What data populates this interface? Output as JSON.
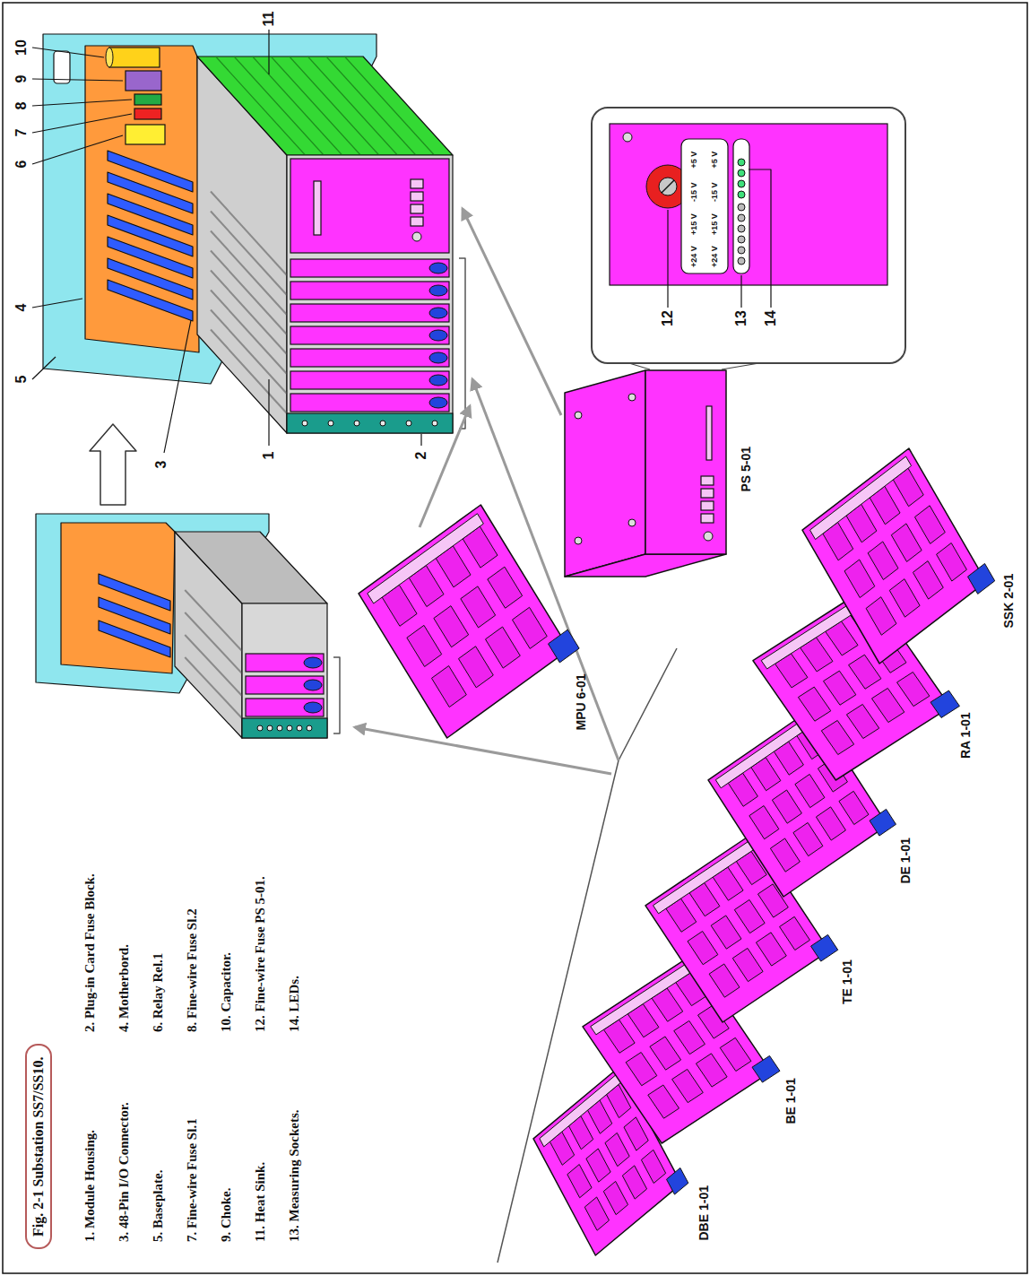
{
  "diagram": {
    "title": "Fig. 2-1 Substation SS7/SS10.",
    "nodes": [
      {
        "text": [
          "MPU 6-01"
        ]
      },
      {
        "text": [
          "DBE 1-01"
        ]
      },
      {
        "text": [
          "BE 1-01"
        ]
      },
      {
        "text": [
          "TE 1-01"
        ]
      },
      {
        "text": [
          "DE 1-01"
        ]
      },
      {
        "text": [
          "RA 1-01"
        ]
      },
      {
        "text": [
          "SSK 2-01"
        ]
      },
      {
        "text": [
          "PS 5-01"
        ]
      }
    ],
    "labels": [
      "1. Module Housing.",
      "2. Plug-in Card Fuse Block.",
      "3. 48-Pin I/O Connector.",
      "4. Motherbord.",
      "5. Baseplate.",
      "6. Relay Rel.1",
      "7. Fine-wire Fuse Sl.1",
      "8. Fine-wire Fuse Sl.2",
      "9. Choke.",
      "10. Capacitor.",
      "11. Heat Sink.",
      "12. Fine-wire Fuse PS 5-01.",
      "13. Measuring Sockets.",
      "14. LEDs.",
      "1",
      "2",
      "3",
      "4",
      "5",
      "6",
      "7",
      "8",
      "9",
      "10",
      "11",
      "12",
      "13",
      "14",
      "+24 V",
      "+15 V",
      "-15 V",
      "+5 V",
      "+24 V",
      "+15 V",
      "-15 V",
      "+5 V"
    ]
  }
}
